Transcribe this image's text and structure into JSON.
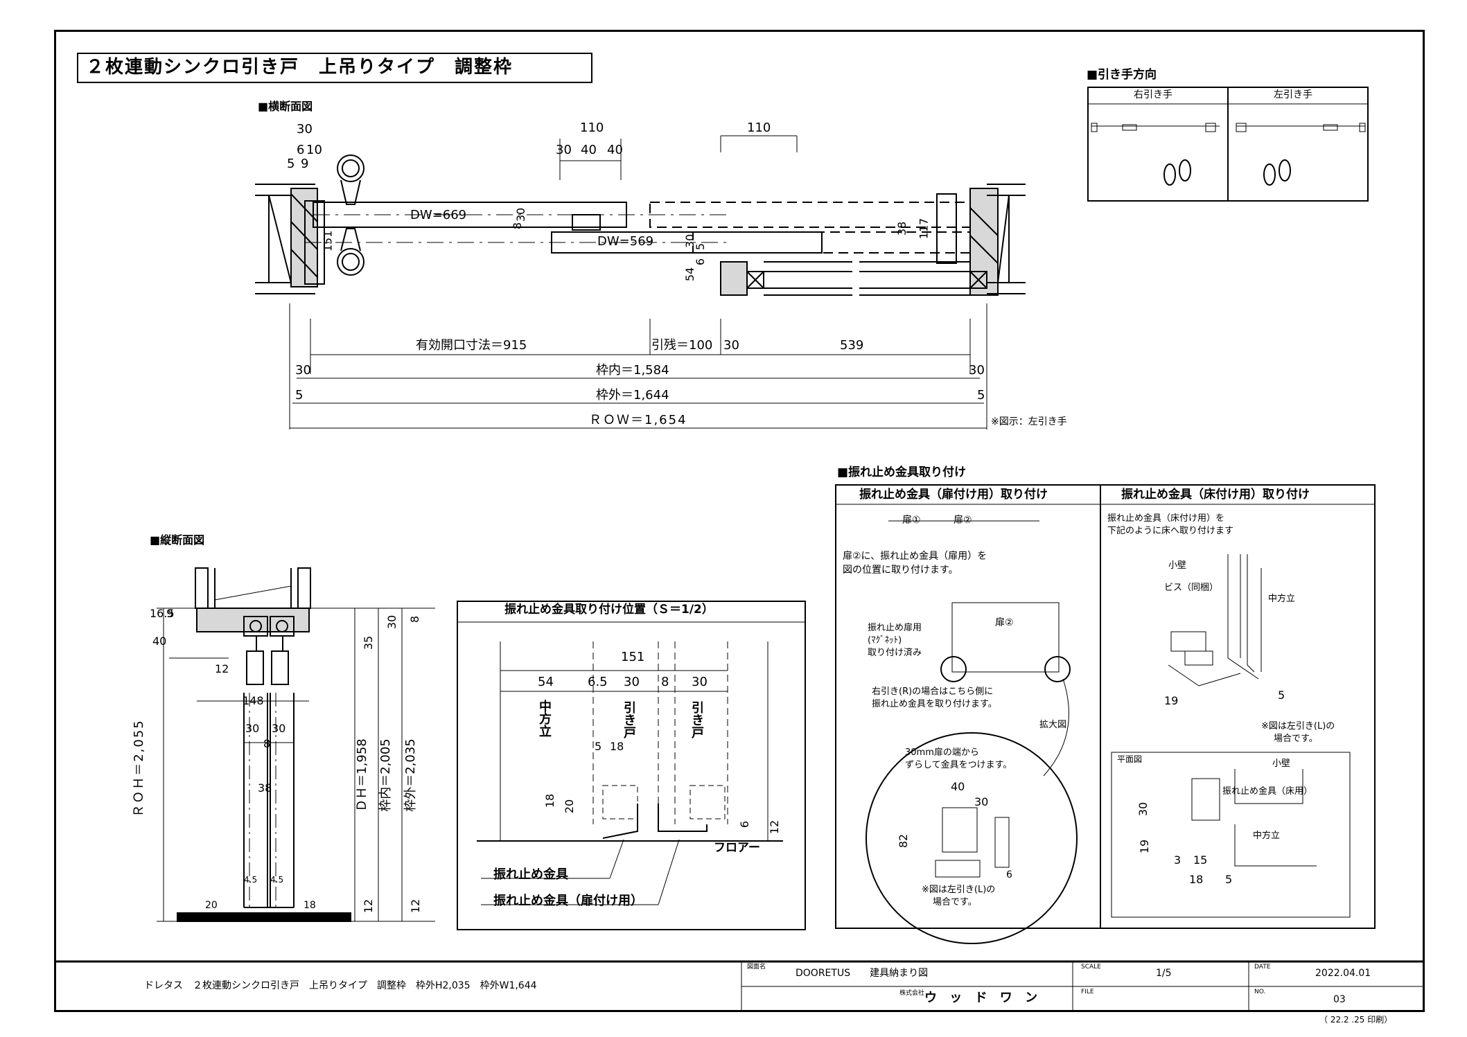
{
  "title": "２枚連動シンクロ引き戸　上吊りタイプ　調整枠",
  "plan_section": {
    "heading": "■横断面図",
    "dims_top": [
      "30",
      "6",
      "10",
      "5",
      "9",
      "110",
      "30",
      "40",
      "40",
      "110"
    ],
    "door1_label": "DW=669",
    "door2_label": "DW=569",
    "side_dims": [
      "151",
      "8",
      "30",
      "38",
      "117",
      "30",
      "6",
      "5",
      "54"
    ],
    "opening_label": "有効開口寸法＝915",
    "pull_label": "引残＝100",
    "pull_gap": "30",
    "right_width": "539",
    "left_30": "30",
    "right_30": "30",
    "inner_label": "枠内＝1,584",
    "left_5": "5",
    "right_5": "5",
    "outer_label": "枠外＝1,644",
    "row_label": "ＲＯＷ＝1,654",
    "note": "※図示：左引き手"
  },
  "handle_direction": {
    "heading": "■引き手方向",
    "right_label": "右引き手",
    "left_label": "左引き手"
  },
  "vertical_section": {
    "heading": "■縦断面図",
    "dims_left": [
      "9",
      "16.5",
      "40",
      "12",
      "148",
      "30",
      "30",
      "8",
      "38",
      "20",
      "4.5",
      "4.5",
      "18"
    ],
    "roh": "ＲＯＨ＝2,055",
    "dh": "ＤＨ＝1,958",
    "inner": "枠内＝2,005",
    "outer": "枠外＝2,035",
    "dim_35": "35",
    "dim_30": "30",
    "dim_8": "8",
    "dim_12a": "12",
    "dim_12b": "12"
  },
  "stopper_position": {
    "heading": "振れ止め金具取り付け位置（Ｓ＝1/2）",
    "total": "151",
    "dims": [
      "54",
      "6.5",
      "30",
      "8",
      "30"
    ],
    "post_label": "中方立",
    "door_label_1": "引き戸",
    "door_label_2": "引き戸",
    "dims_small": [
      "5",
      "18",
      "18",
      "20",
      "6",
      "12"
    ],
    "floor": "フロアー",
    "callout_1": "振れ止め金具",
    "callout_2": "振れ止め金具（扉付け用）"
  },
  "stopper_install": {
    "heading": "■振れ止め金具取り付け",
    "panel_a": {
      "title": "振れ止め金具（扉付け用）取り付け",
      "door1": "扉①",
      "door2": "扉②",
      "text1": "扉②に、振れ止め金具（扉用）を",
      "text2": "図の位置に取り付けます。",
      "door2_inner": "扉②",
      "attached_1": "振れ止め扉用",
      "attached_2": "(ﾏｸﾞﾈｯﾄ)",
      "attached_3": "取り付け済み",
      "r_note_1": "右引き(R)の場合はこちら側に",
      "r_note_2": "振れ止め金具を取り付けます。",
      "zoom": "拡大図",
      "shift_1": "30mm扉の端から",
      "shift_2": "ずらして金具をつけます。",
      "d40": "40",
      "d30": "30",
      "d82": "82",
      "d6": "6",
      "note_1": "※図は左引き(L)の",
      "note_2": "場合です。"
    },
    "panel_b": {
      "title": "振れ止め金具（床付け用）取り付け",
      "text1": "振れ止め金具（床付け用）を",
      "text2": "下記のように床へ取り付けます",
      "kokabe": "小壁",
      "screw": "ビス（同梱）",
      "post": "中方立",
      "d19": "19",
      "d5": "5",
      "note_1": "※図は左引き(L)の",
      "note_2": "場合です。",
      "plan_label": "平面図",
      "kokabe2": "小壁",
      "floor_fitting": "振れ止め金具（床用）",
      "post2": "中方立",
      "d30": "30",
      "d19b": "19",
      "d3": "3",
      "d15": "15",
      "d18": "18",
      "d5b": "5"
    }
  },
  "title_block": {
    "description": "ドレタス　２枚連動シンクロ引き戸　上吊りタイプ　調整枠　枠外H2,035　枠外W1,644",
    "drawing_name_label": "図面名",
    "drawing_name": "DOORETUS　　建具納まり図",
    "company_label": "株式会社",
    "company": "ウ ッ ド ワ ン",
    "scale_label": "SCALE",
    "scale": "1/5",
    "file_label": "FILE",
    "date_label": "DATE",
    "date": "2022.04.01",
    "no_label": "NO.",
    "no": "03",
    "printed": "（ 22.2 .25 印刷）"
  }
}
